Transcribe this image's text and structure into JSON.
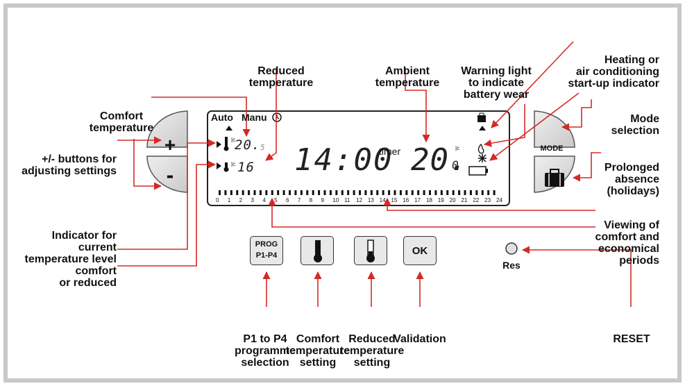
{
  "buttons": {
    "plus": "+",
    "minus": "-",
    "mode": "MODE",
    "prog": [
      "PROG",
      "P1-P4"
    ],
    "ok": "OK",
    "reset": "Res"
  },
  "display": {
    "auto": "Auto",
    "manu": "Manu",
    "comfort_temp": "20.",
    "comfort_temp_dec": "5",
    "reduced_temp": "16",
    "unit": "|c",
    "time": "14:00",
    "timer": "timer",
    "ambient_temp": "20.",
    "ambient_temp_dec": "0",
    "hours": [
      "0",
      "1",
      "2",
      "3",
      "4",
      "5",
      "6",
      "7",
      "8",
      "9",
      "10",
      "11",
      "12",
      "13",
      "14",
      "15",
      "16",
      "17",
      "18",
      "19",
      "20",
      "21",
      "22",
      "23",
      "24"
    ]
  },
  "labels": {
    "reduced_temperature": [
      "Reduced",
      "temperature"
    ],
    "comfort_temperature": [
      "Comfort",
      "temperature"
    ],
    "ambient_temperature": [
      "Ambient",
      "temperature"
    ],
    "battery_warning": [
      "Warning light",
      "to indicate",
      "battery wear"
    ],
    "heating_indicator": [
      "Heating or",
      "air conditioning",
      "start-up indicator"
    ],
    "mode_selection": [
      "Mode",
      "selection"
    ],
    "prolonged_absence": [
      "Prolonged",
      "absence",
      "(holidays)"
    ],
    "adjust_buttons": [
      "+/- buttons for",
      "adjusting settings"
    ],
    "viewing_periods": [
      "Viewing of",
      "comfort and",
      "economical",
      "periods"
    ],
    "current_level": [
      "Indicator for",
      "current",
      "temperature level",
      "comfort",
      "or reduced"
    ],
    "prog_selection": [
      "P1 to P4",
      "programme",
      "selection"
    ],
    "comfort_setting": [
      "Comfort",
      "temperature",
      "setting"
    ],
    "reduced_setting": [
      "Reduced",
      "temperature",
      "setting"
    ],
    "validation": [
      "Validation"
    ],
    "reset": [
      "RESET"
    ]
  },
  "colors": {
    "arrow": "#d42a26",
    "frame": "#c8c8c8",
    "button_fill": "#d9d9d9"
  }
}
